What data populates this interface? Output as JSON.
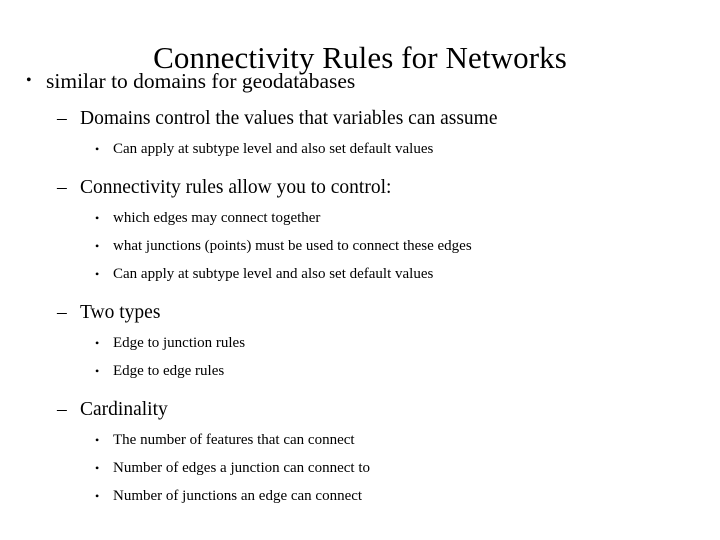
{
  "slide": {
    "title": "Connectivity Rules for Networks",
    "background_color": "#ffffff",
    "text_color": "#000000",
    "markers": {
      "level1": "•",
      "level2": "–",
      "level3": "•"
    },
    "outline": [
      {
        "level": 1,
        "text": "similar to domains for geodatabases"
      },
      {
        "level": 2,
        "text": "Domains control the values that variables can assume"
      },
      {
        "level": 3,
        "text": "Can apply at subtype level and also set default values"
      },
      {
        "level": 2,
        "text": "Connectivity rules allow you to control:"
      },
      {
        "level": 3,
        "text": "which edges may connect together"
      },
      {
        "level": 3,
        "text": "what junctions (points) must be used to connect these edges"
      },
      {
        "level": 3,
        "text": "Can apply at subtype level and also set default values"
      },
      {
        "level": 2,
        "text": "Two types"
      },
      {
        "level": 3,
        "text": "Edge to junction rules"
      },
      {
        "level": 3,
        "text": "Edge to edge rules"
      },
      {
        "level": 2,
        "text": "Cardinality"
      },
      {
        "level": 3,
        "text": "The number of features that can connect"
      },
      {
        "level": 3,
        "text": "Number of edges a junction can connect to"
      },
      {
        "level": 3,
        "text": "Number of junctions an edge can connect"
      }
    ]
  }
}
